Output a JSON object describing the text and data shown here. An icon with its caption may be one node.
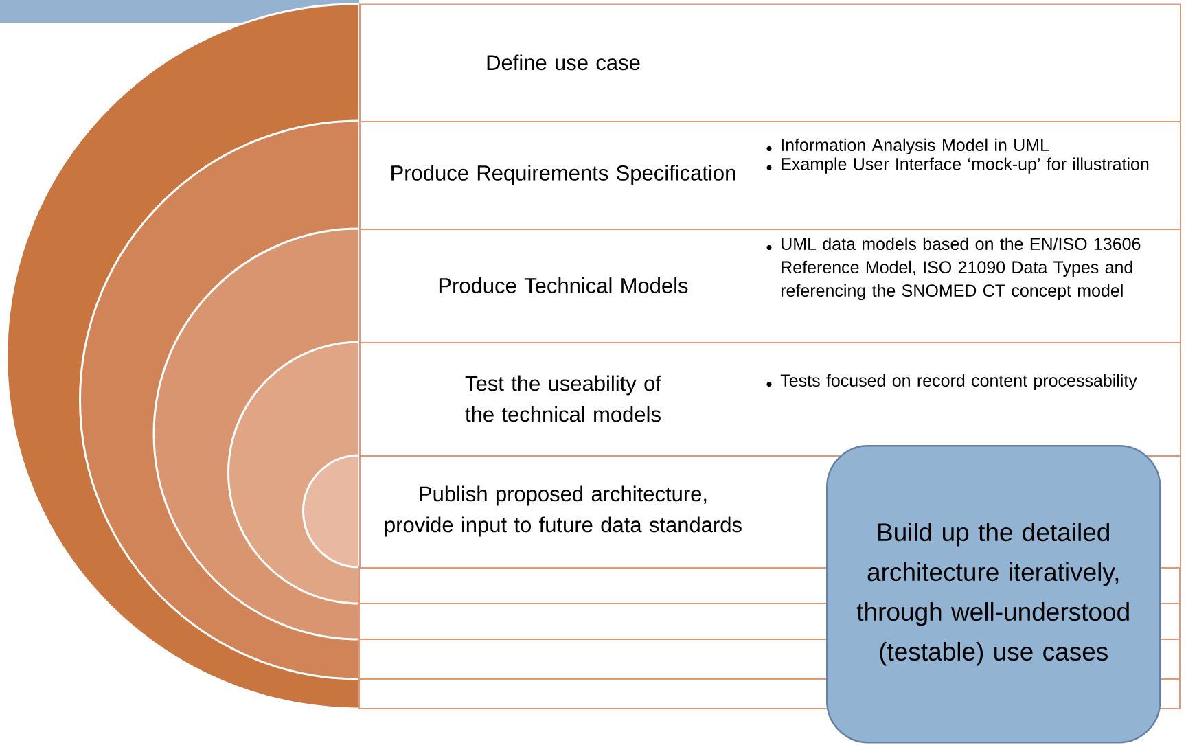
{
  "diagram": {
    "nodes": [
      {
        "text": [
          "Define use case"
        ]
      },
      {
        "text": [
          "Produce Requirements Specification",
          "Information Analysis Model in UML",
          "Example User Interface ‘mock-up’ for illustration"
        ]
      },
      {
        "text": [
          "Produce Technical Models",
          "UML data models based on the EN/ISO 13606 Reference Model, ISO 21090 Data Types and referencing the SNOMED CT concept model"
        ]
      },
      {
        "text": [
          "Test the useability of the technical models",
          "Tests focused on record content processability"
        ]
      },
      {
        "text": [
          "Publish proposed architecture, provide input to future data standards"
        ]
      },
      {
        "text": [
          "Build up the detailed architecture iteratively, through well-understood (testable)  use cases"
        ]
      }
    ]
  }
}
